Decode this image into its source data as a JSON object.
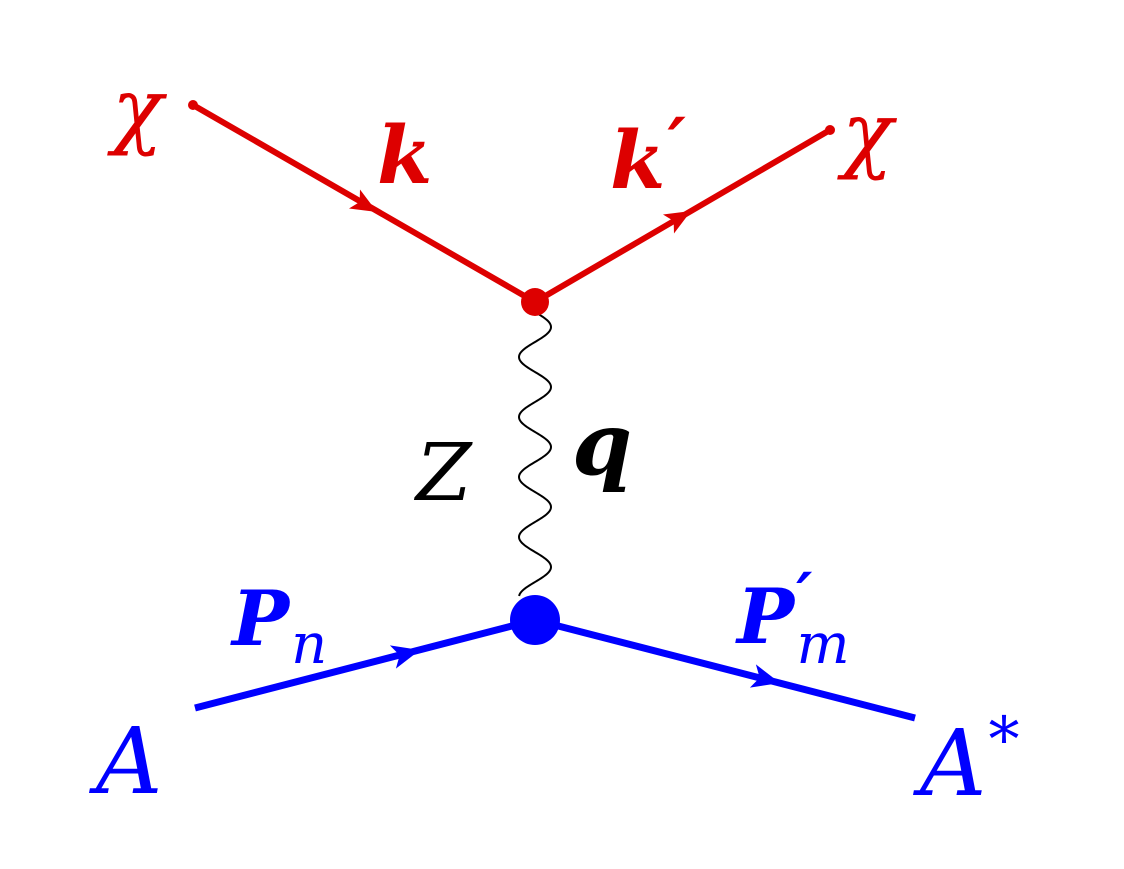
{
  "colors": {
    "dark_matter": "#dd0000",
    "nucleus": "#0000ff",
    "mediator": "#000000",
    "background": "#ffffff"
  },
  "labels": {
    "chi_in": "χ",
    "chi_out": "χ",
    "k_in": "k",
    "k_out": "k",
    "k_out_prime": "′",
    "mediator_name": "Z",
    "momentum_transfer": "q",
    "nucleus_in": "A",
    "nucleus_out": "A",
    "nucleus_out_star": "*",
    "p_in": "P",
    "p_in_sub": "n",
    "p_out": "P",
    "p_out_prime": "′",
    "p_out_sub": "m"
  }
}
